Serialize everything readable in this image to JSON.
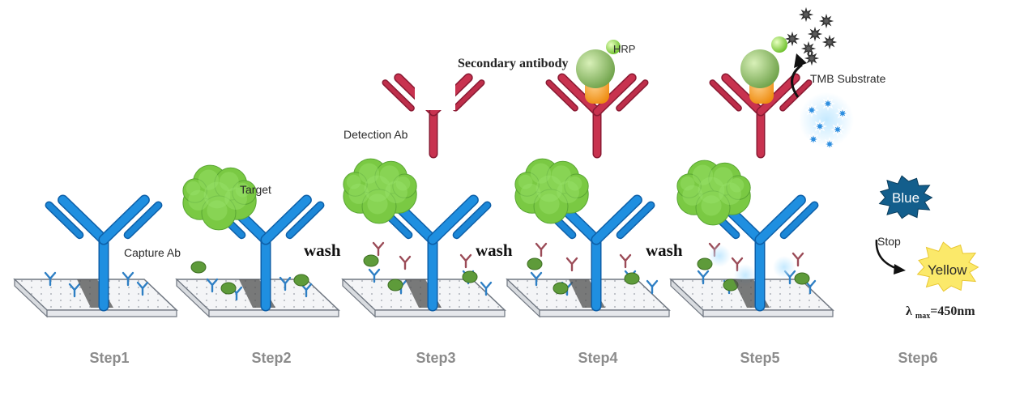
{
  "labels": {
    "capture_ab": "Capture Ab",
    "target": "Target",
    "detection_ab": "Detection Ab",
    "secondary_antibody": "Secondary antibody",
    "hrp": "HRP",
    "tmb_substrate": "TMB Substrate",
    "blue": "Blue",
    "stop": "Stop",
    "yellow": "Yellow",
    "lambda_symbol": "λ",
    "lambda_sub": "max",
    "lambda_value": "=450nm"
  },
  "wash": [
    "wash",
    "wash",
    "wash"
  ],
  "steps": [
    "Step1",
    "Step2",
    "Step3",
    "Step4",
    "Step5",
    "Step6"
  ],
  "colors": {
    "capture_ab": "#1f8fe0",
    "detection_ab": "#c8324f",
    "target": "#7ac943",
    "hrp": "#8fc26a",
    "conjugate": "#f39a1f",
    "blue_burst": "#135e8c",
    "yellow_burst": "#fbe96a",
    "step_text": "#8c8c8c"
  },
  "icons": [
    "plate-icon",
    "antibody-icon",
    "antigen-icon",
    "star-icon",
    "burst-icon",
    "arrow-icon"
  ]
}
